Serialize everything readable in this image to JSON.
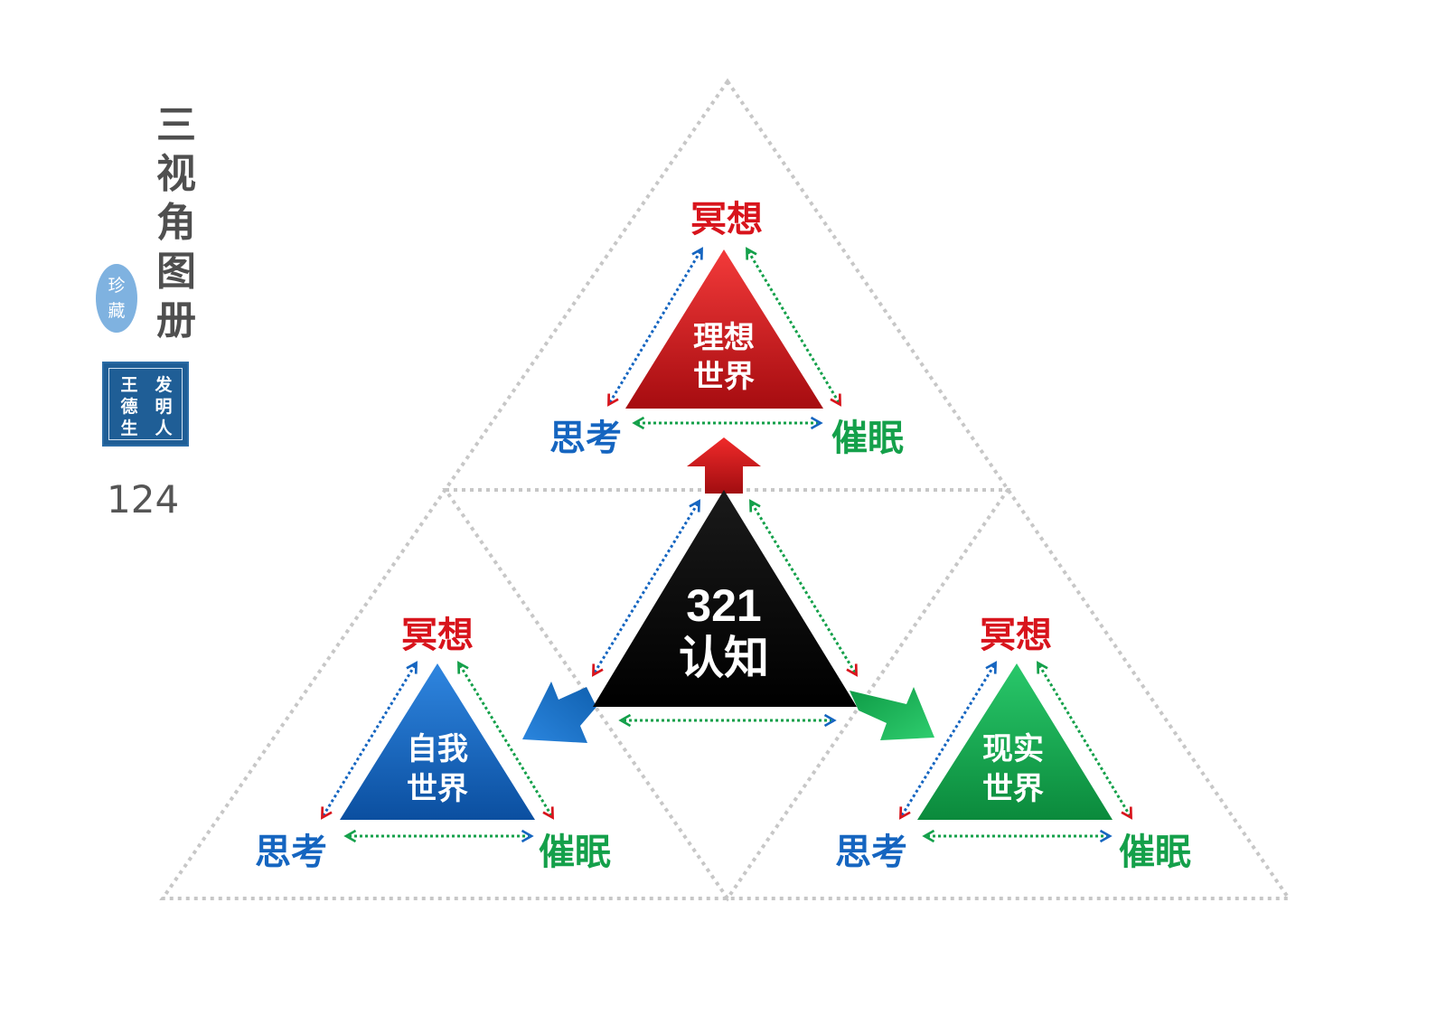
{
  "sidebar": {
    "title_chars": [
      "三",
      "视",
      "角",
      "图",
      "册"
    ],
    "oval_seal_chars": [
      "珍",
      "藏"
    ],
    "square_seal_columns": [
      [
        "发",
        "明",
        "人"
      ],
      [
        "王",
        "德",
        "生"
      ]
    ],
    "page_number": "124"
  },
  "diagram": {
    "center": {
      "line1": "321",
      "line2": "认知"
    },
    "top": {
      "line1": "理想",
      "line2": "世界",
      "apex": "冥想",
      "left": "思考",
      "right": "催眠"
    },
    "left": {
      "line1": "自我",
      "line2": "世界",
      "apex": "冥想",
      "left": "思考",
      "right": "催眠"
    },
    "right": {
      "line1": "现实",
      "line2": "世界",
      "apex": "冥想",
      "left": "思考",
      "right": "催眠"
    }
  },
  "colors": {
    "red": "#d8141c",
    "blue": "#1565c0",
    "green": "#14a04a",
    "black": "#000000",
    "dotted_outline": "#c7c7c7"
  }
}
